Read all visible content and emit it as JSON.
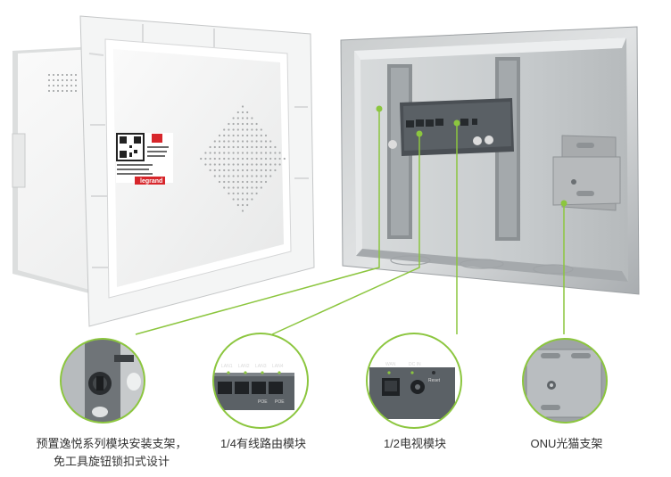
{
  "colors": {
    "accent": "#8cc63f",
    "brand_red": "#d7262b",
    "panel_white": "#f3f4f4",
    "steel": "#bfc2c4"
  },
  "cover": {
    "brand_name": "legrand",
    "qr_code": "qr-code-icon"
  },
  "router_module": {
    "port_labels": [
      "LAN1",
      "LAN2",
      "LAN3",
      "LAN4"
    ],
    "sub_labels": [
      "POE",
      "POE"
    ]
  },
  "tv_module": {
    "wan_label": "WAN",
    "dc_label": "DC IN",
    "reset_label": "Reset"
  },
  "features": [
    {
      "label_line1": "预置逸悦系列模块安装支架，",
      "label_line2": "免工具旋钮锁扣式设计"
    },
    {
      "label_line1": "1/4有线路由模块"
    },
    {
      "label_line1": "1/2电视模块"
    },
    {
      "label_line1": "ONU光猫支架"
    }
  ]
}
